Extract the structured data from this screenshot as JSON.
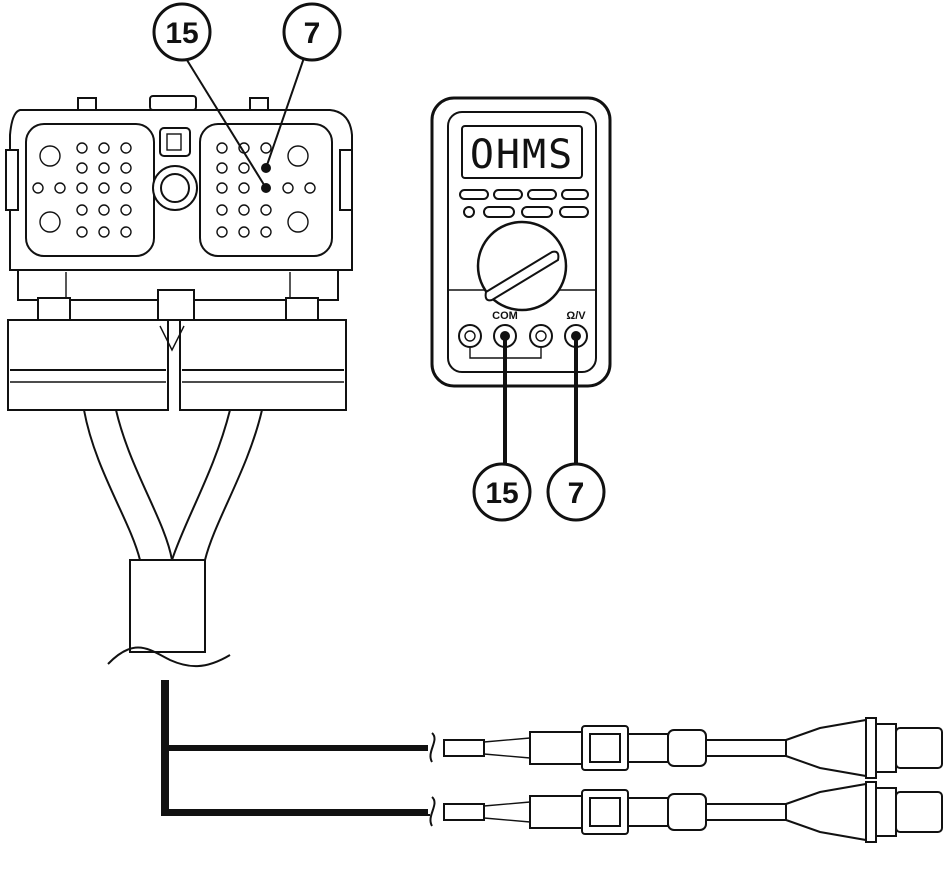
{
  "callouts": {
    "connector_top_left": "15",
    "connector_top_right": "7",
    "meter_lead_left": "15",
    "meter_lead_right": "7"
  },
  "multimeter": {
    "display_text": "OHMS",
    "port_com_label": "COM",
    "port_ohm_volt_label": "Ω/V"
  }
}
